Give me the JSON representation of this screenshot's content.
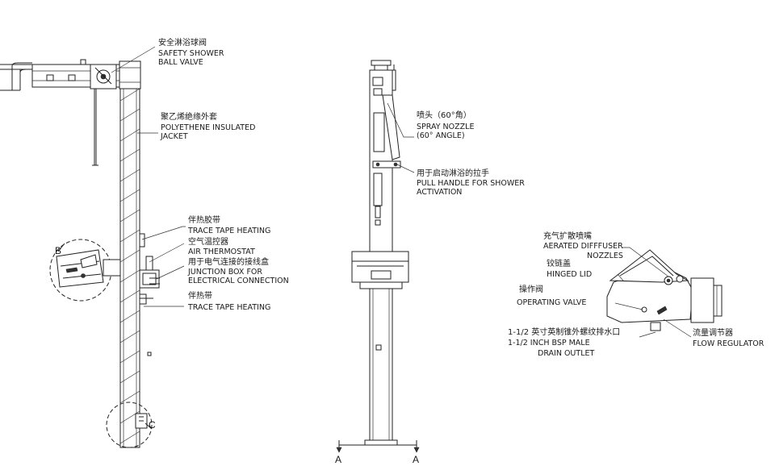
{
  "labels": {
    "safety_valve_cn": "安全淋浴球阀",
    "safety_valve_en1": "SAFETY SHOWER",
    "safety_valve_en2": "BALL VALVE",
    "jacket_cn": "聚乙烯绝缘外套",
    "jacket_en1": "POLYETHENE INSULATED",
    "jacket_en2": "JACKET",
    "trace_tape1_cn": "伴热胶带",
    "trace_tape1_en": "TRACE TAPE HEATING",
    "thermostat_cn": "空气温控器",
    "thermostat_en": "AIR THERMOSTAT",
    "junction_cn": "用于电气连接的接线盒",
    "junction_en1": "JUNCTION BOX FOR",
    "junction_en2": "ELECTRICAL CONNECTION",
    "trace_tape2_cn": "伴热带",
    "trace_tape2_en": "TRACE TAPE HEATING",
    "spray_cn": "喷头（60°角）",
    "spray_en1": "SPRAY NOZZLE",
    "spray_en2": "(60° ANGLE)",
    "pull_cn": "用于启动淋浴的拉手",
    "pull_en1": "PULL HANDLE FOR SHOWER",
    "pull_en2": "ACTIVATION",
    "aerated_cn": "充气扩散喷嘴",
    "aerated_en1": "AERATED DIFFFUSER",
    "aerated_en2": "NOZZLES",
    "lid_cn": "铰链盖",
    "lid_en": "HINGED LID",
    "opvalve_cn": "操作阀",
    "opvalve_en": "OPERATING VALVE",
    "drain_cn": "1-1/2 英寸英制锥外螺纹排水口",
    "drain_en1": "1-1/2 INCH BSP MALE",
    "drain_en2": "DRAIN OUTLET",
    "flow_cn": "流量调节器",
    "flow_en": "FLOW REGULATOR",
    "detail_b": "B",
    "detail_c": "C",
    "section_a_left": "A",
    "section_a_right": "A"
  }
}
